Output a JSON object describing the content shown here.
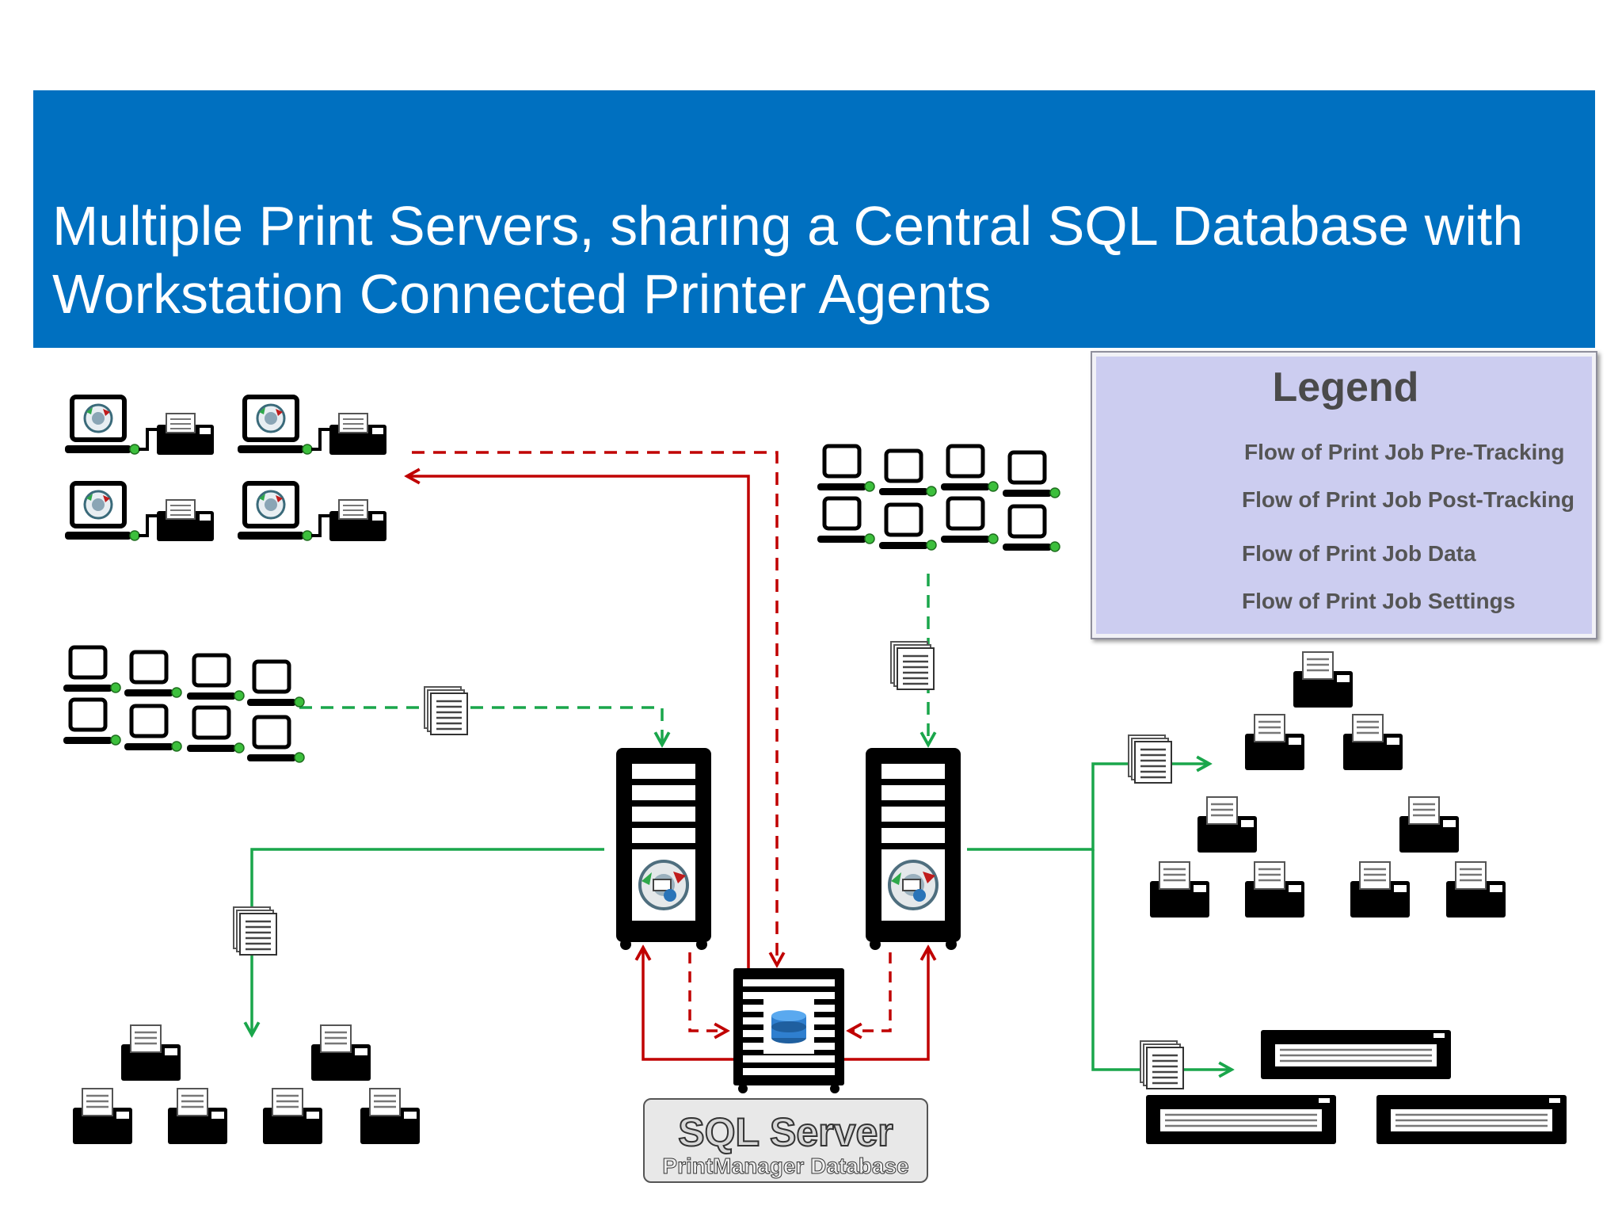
{
  "title": "Multiple Print Servers, sharing a Central SQL Database with Workstation Connected Printer Agents",
  "legend": {
    "heading": "Legend",
    "items": [
      {
        "label": "Flow of Print Job Pre-Tracking",
        "color": "#1aa64b",
        "style": "dashed"
      },
      {
        "label": "Flow of Print Job Post-Tracking",
        "color": "#1aa64b",
        "style": "solid"
      },
      {
        "label": "Flow of Print Job Data",
        "color": "#c00000",
        "style": "dashed"
      },
      {
        "label": "Flow of Print Job Settings",
        "color": "#c00000",
        "style": "solid"
      }
    ]
  },
  "sql_server": {
    "title": "SQL Server",
    "subtitle": "PrintManager Database"
  },
  "colors": {
    "header_blue": "#0070c0",
    "flow_green": "#1aa64b",
    "flow_red": "#c00000",
    "device_black": "#000000",
    "legend_bg": "#cccdf0"
  }
}
